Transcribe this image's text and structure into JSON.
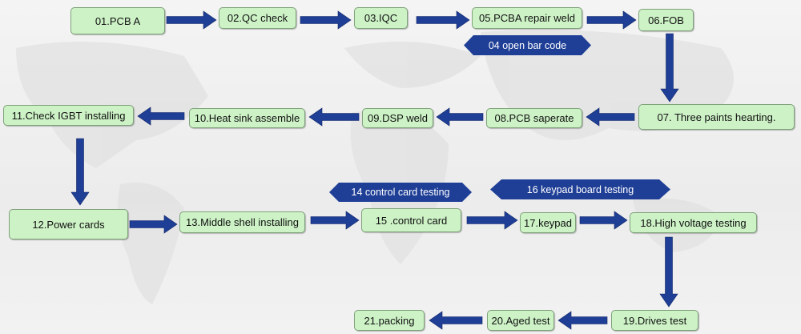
{
  "colors": {
    "box_fill": "#cdf2c6",
    "box_border": "#7fa27a",
    "arrow": "#1f3f97",
    "tag_fill": "#1f3f97",
    "tag_text": "#ffffff"
  },
  "steps": {
    "s01": "01.PCB A",
    "s02": "02.QC check",
    "s03": "03.IQC",
    "s05": "05.PCBA  repair weld",
    "s06": "06.FOB",
    "s07": "07. Three paints  hearting.",
    "s08": "08.PCB saperate",
    "s09": "09.DSP weld",
    "s10": "10.Heat sink assemble",
    "s11": "11.Check IGBT installing",
    "s12": "12.Power cards",
    "s13": "13.Middle shell installing",
    "s15": "15 .control card",
    "s17": "17.keypad",
    "s18": "18.High voltage testing",
    "s19": "19.Drives test",
    "s20": "20.Aged test",
    "s21": "21.packing"
  },
  "tags": {
    "t04": "04 open bar code",
    "t14": "14 control card testing",
    "t16": "16 keypad board testing"
  }
}
